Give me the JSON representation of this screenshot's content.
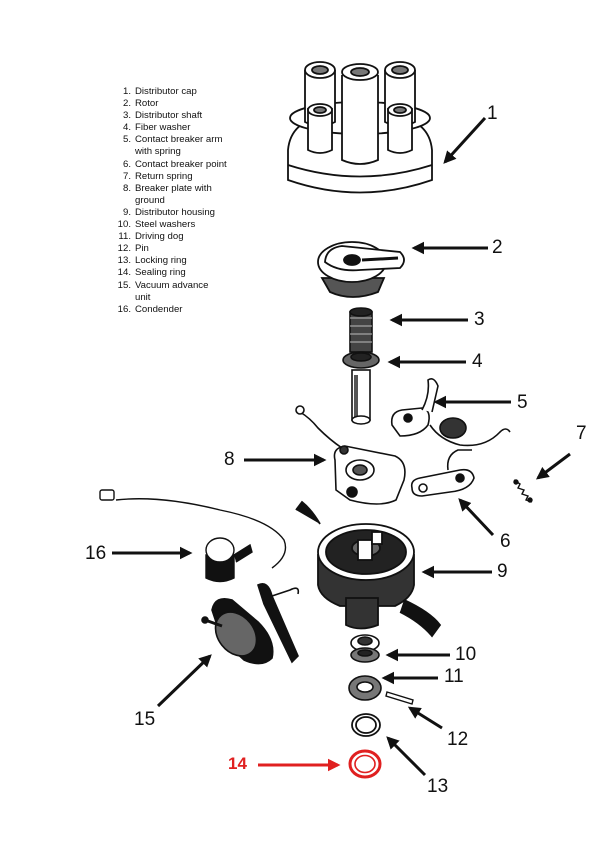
{
  "legend": [
    {
      "num": "1.",
      "lines": [
        "Distributor cap"
      ]
    },
    {
      "num": "2.",
      "lines": [
        "Rotor"
      ]
    },
    {
      "num": "3.",
      "lines": [
        "Distributor shaft"
      ]
    },
    {
      "num": "4.",
      "lines": [
        "Fiber washer"
      ]
    },
    {
      "num": "5.",
      "lines": [
        "Contact breaker arm",
        "with spring"
      ]
    },
    {
      "num": "6.",
      "lines": [
        "Contact breaker point"
      ]
    },
    {
      "num": "7.",
      "lines": [
        "Return spring"
      ]
    },
    {
      "num": "8.",
      "lines": [
        "Breaker plate with",
        "ground"
      ]
    },
    {
      "num": "9.",
      "lines": [
        "Distributor housing"
      ]
    },
    {
      "num": "10.",
      "lines": [
        "Steel washers"
      ]
    },
    {
      "num": "11.",
      "lines": [
        "Driving dog"
      ]
    },
    {
      "num": "12.",
      "lines": [
        "Pin"
      ]
    },
    {
      "num": "13.",
      "lines": [
        "Locking ring"
      ]
    },
    {
      "num": "14.",
      "lines": [
        "Sealing ring"
      ]
    },
    {
      "num": "15.",
      "lines": [
        "Vacuum advance",
        "unit"
      ]
    },
    {
      "num": "16.",
      "lines": [
        "Condender"
      ]
    }
  ],
  "callouts": {
    "c1": "1",
    "c2": "2",
    "c3": "3",
    "c4": "4",
    "c5": "5",
    "c6": "6",
    "c7": "7",
    "c8": "8",
    "c9": "9",
    "c10": "10",
    "c11": "11",
    "c12": "12",
    "c13": "13",
    "c14": "14",
    "c15": "15",
    "c16": "16"
  },
  "colors": {
    "ink": "#111111",
    "highlight": "#e02020",
    "part_fill": "#ffffff",
    "part_shade": "#9a9a9a"
  }
}
